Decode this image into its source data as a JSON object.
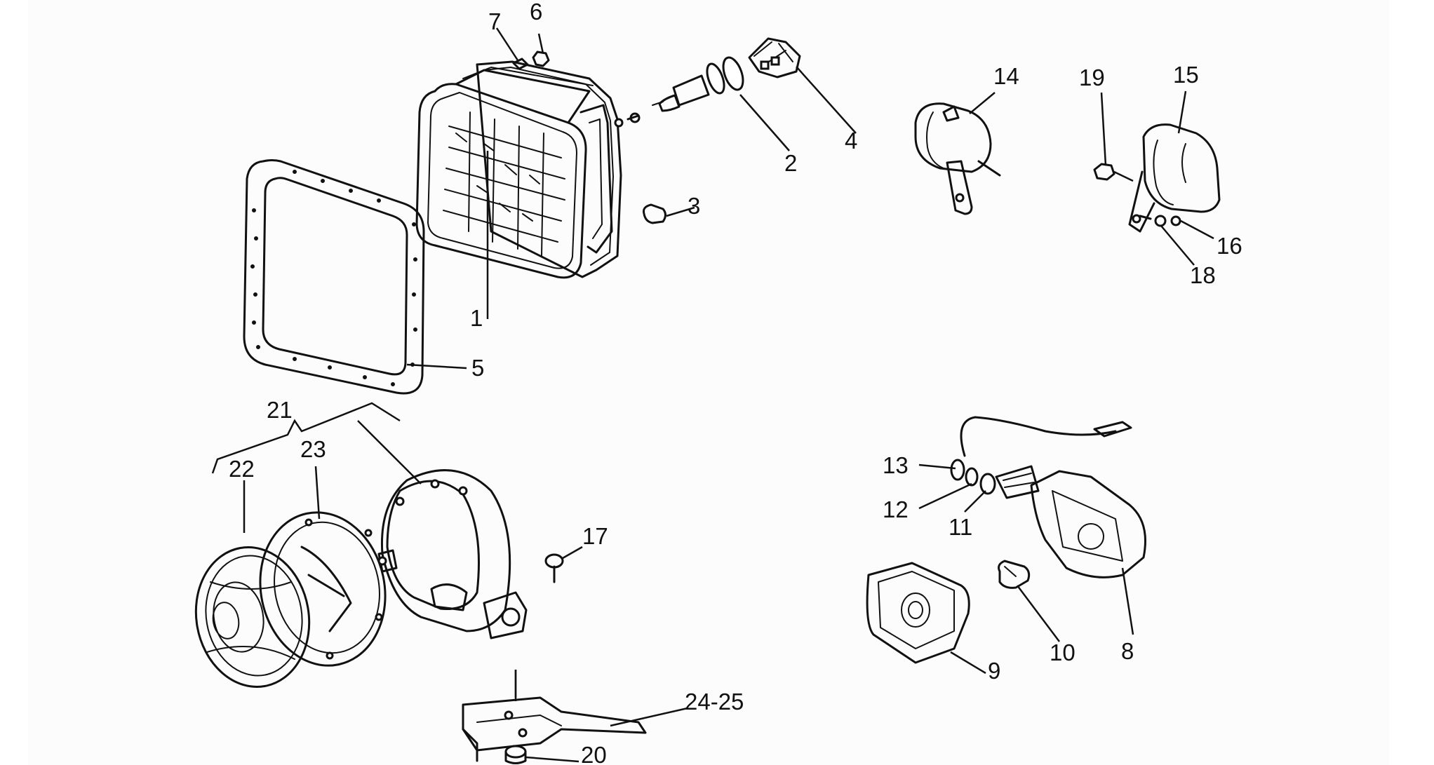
{
  "diagram": {
    "callouts": {
      "n1": "1",
      "n2": "2",
      "n3": "3",
      "n4": "4",
      "n5": "5",
      "n6": "6",
      "n7": "7",
      "n8": "8",
      "n9": "9",
      "n10": "10",
      "n11": "11",
      "n12": "12",
      "n13": "13",
      "n14": "14",
      "n15": "15",
      "n16": "16",
      "n17": "17",
      "n18": "18",
      "n19": "19",
      "n20": "20",
      "n21": "21",
      "n22": "22",
      "n23": "23",
      "n24_25": "24-25"
    }
  },
  "colors": {
    "background": "#ffffff",
    "panel": "#fcfcfc",
    "ink": "#111111"
  }
}
